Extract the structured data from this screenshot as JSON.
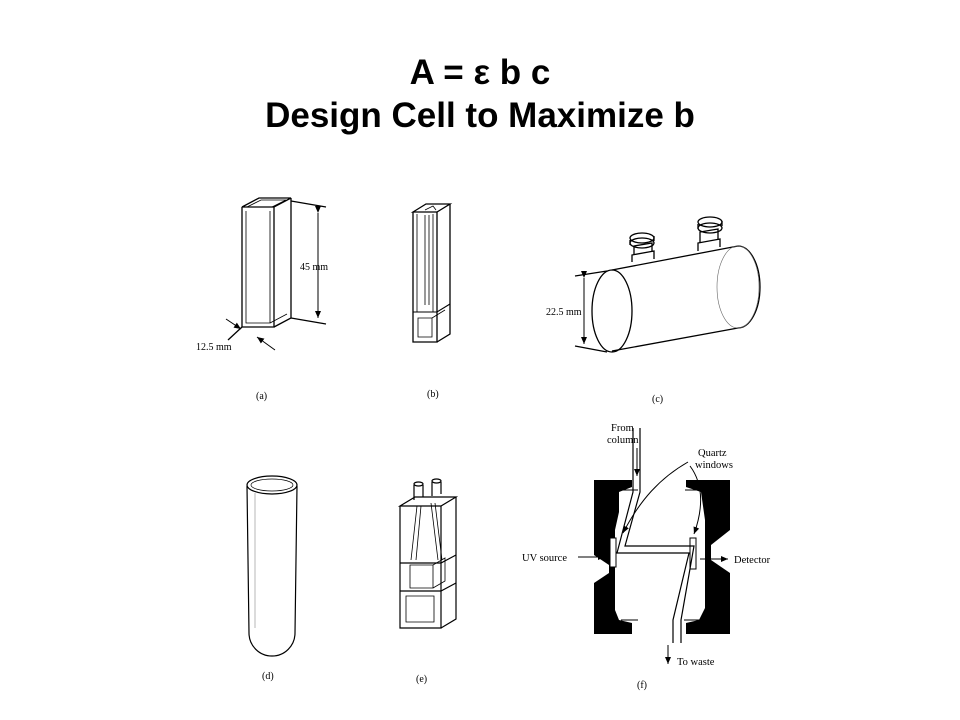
{
  "title": {
    "line1": "A = ε b c",
    "line2": "Design Cell to Maximize b"
  },
  "panels": {
    "a": {
      "label": "(a)",
      "height_dim": "45 mm",
      "width_dim": "12.5 mm"
    },
    "b": {
      "label": "(b)"
    },
    "c": {
      "label": "(c)",
      "diameter_dim": "22.5 mm"
    },
    "d": {
      "label": "(d)"
    },
    "e": {
      "label": "(e)"
    },
    "f": {
      "label": "(f)",
      "inlet": "From\ncolumn",
      "inlet_line1": "From",
      "inlet_line2": "column",
      "windows_line1": "Quartz",
      "windows_line2": "windows",
      "source": "UV source",
      "detector": "Detector",
      "outlet": "To waste"
    }
  }
}
